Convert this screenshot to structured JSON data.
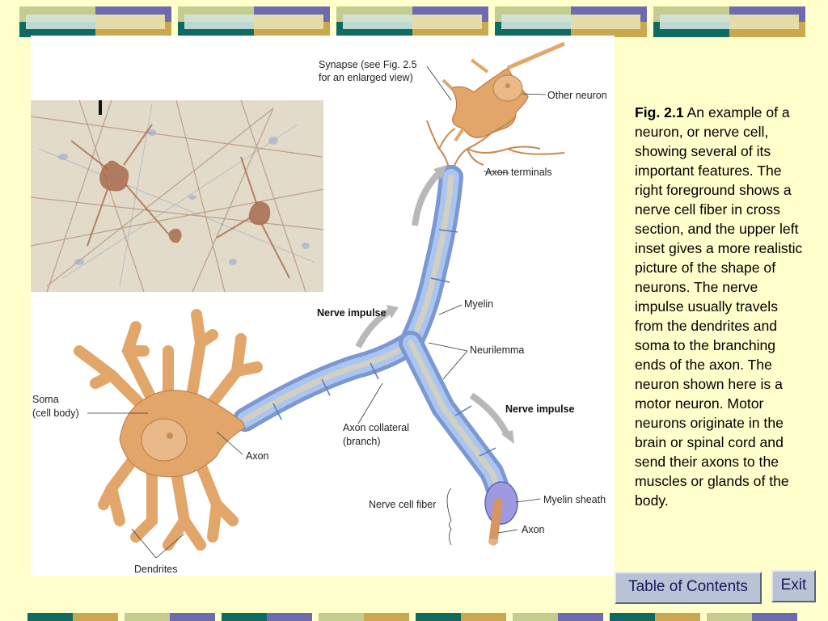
{
  "colors": {
    "background": "#ffffcc",
    "band_teal": "#0e6b63",
    "band_gold": "#c9a850",
    "band_lilac": "#6e6ab0",
    "band_sage": "#c6cc90",
    "band_aqua": "#cfe4dc",
    "button_bg": "#b8c3d6",
    "button_text": "#1a1a5a",
    "neuron": "#e2a66a",
    "myelin": "#8fb6e8"
  },
  "figure": {
    "labels": {
      "synapse": "Synapse (see Fig. 2.5",
      "synapse_line2": "for an enlarged view)",
      "other_neuron": "Other neuron",
      "axon_terminals": "Axon terminals",
      "myelin": "Myelin",
      "nerve_impulse_left": "Nerve impulse",
      "neurilemma": "Neurilemma",
      "nerve_impulse_right": "Nerve impulse",
      "soma": "Soma",
      "soma_line2": "(cell body)",
      "axon_collateral": "Axon collateral",
      "axon_collateral_line2": "(branch)",
      "axon_main": "Axon",
      "nerve_cell_fiber": "Nerve cell fiber",
      "myelin_sheath": "Myelin sheath",
      "axon_fiber": "Axon",
      "dendrites": "Dendrites"
    }
  },
  "caption": {
    "fig_label": "Fig. 2.1",
    "text": " An example of a neuron, or nerve cell, showing several of its important features. The right foreground shows a nerve cell fiber in cross section, and the upper left inset gives a more realistic picture of the shape of neurons. The nerve impulse usually travels from the dendrites and soma to the branching ends of the axon. The neuron shown here is a motor neuron. Motor neurons originate in the brain or spinal cord and send their axons to the muscles or glands of the body."
  },
  "nav": {
    "toc_label": "Table of Contents",
    "exit_label": "Exit"
  }
}
